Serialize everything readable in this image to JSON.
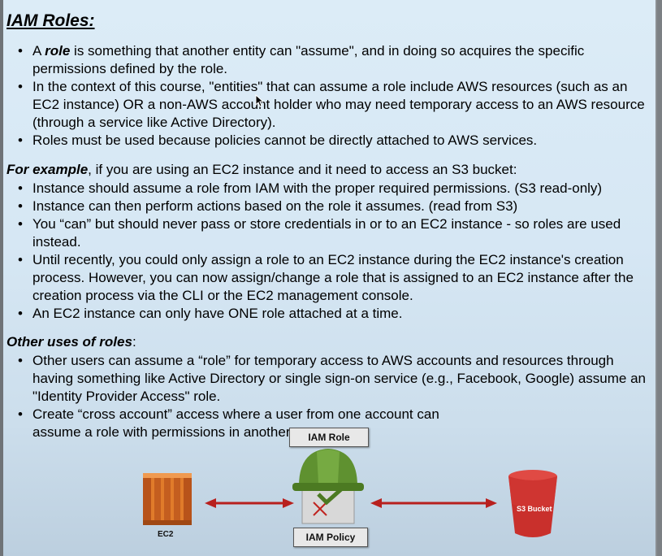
{
  "title": "IAM Roles:",
  "intro_bullets": [
    {
      "pre": "A ",
      "emph": "role",
      "post": " is something that another entity can \"assume\", and in doing so acquires the specific permissions defined by the role."
    },
    {
      "text": "In the context of this course, \"entities\" that can assume a role include AWS resources (such as an EC2 instance) OR a non-AWS account holder who may need temporary access to an AWS resource (through a service like Active Directory)."
    },
    {
      "text": "Roles must be used because policies cannot be directly attached to AWS services."
    }
  ],
  "example": {
    "emph": "For example",
    "rest": ", if you are using an EC2 instance and it need to access an S3 bucket:",
    "bullets": [
      "Instance should assume a role from IAM with the proper required permissions. (S3 read-only)",
      "Instance can then perform actions based on the role it assumes. (read from S3)",
      "You “can” but should never pass or store credentials in or to an EC2 instance - so roles are used instead.",
      "Until recently, you could only assign a role to an EC2 instance during the EC2 instance's creation process.  However, you can now assign/change a role that is assigned to an EC2 instance after the creation process via the CLI or the EC2 management console.",
      "An EC2 instance can only have ONE role attached at a time."
    ]
  },
  "other": {
    "emph": "Other uses of roles",
    "rest": ":",
    "bullets": [
      "Other users can assume a “role” for temporary access to AWS accounts and resources through having something like  Active Directory or single sign-on service (e.g., Facebook, Google) assume an \"Identity Provider Access\" role.",
      "Create “cross account” access where a user from one account can assume a role with permissions in another account."
    ]
  },
  "diagram": {
    "role_label": "IAM Role",
    "policy_label": "IAM Policy",
    "ec2_label": "EC2",
    "s3_label": "S3 Bucket",
    "colors": {
      "ec2_orange": "#d9661c",
      "helmet_green": "#5a8a2a",
      "arrow_red": "#b8201e",
      "bucket_red": "#c9302c"
    }
  }
}
